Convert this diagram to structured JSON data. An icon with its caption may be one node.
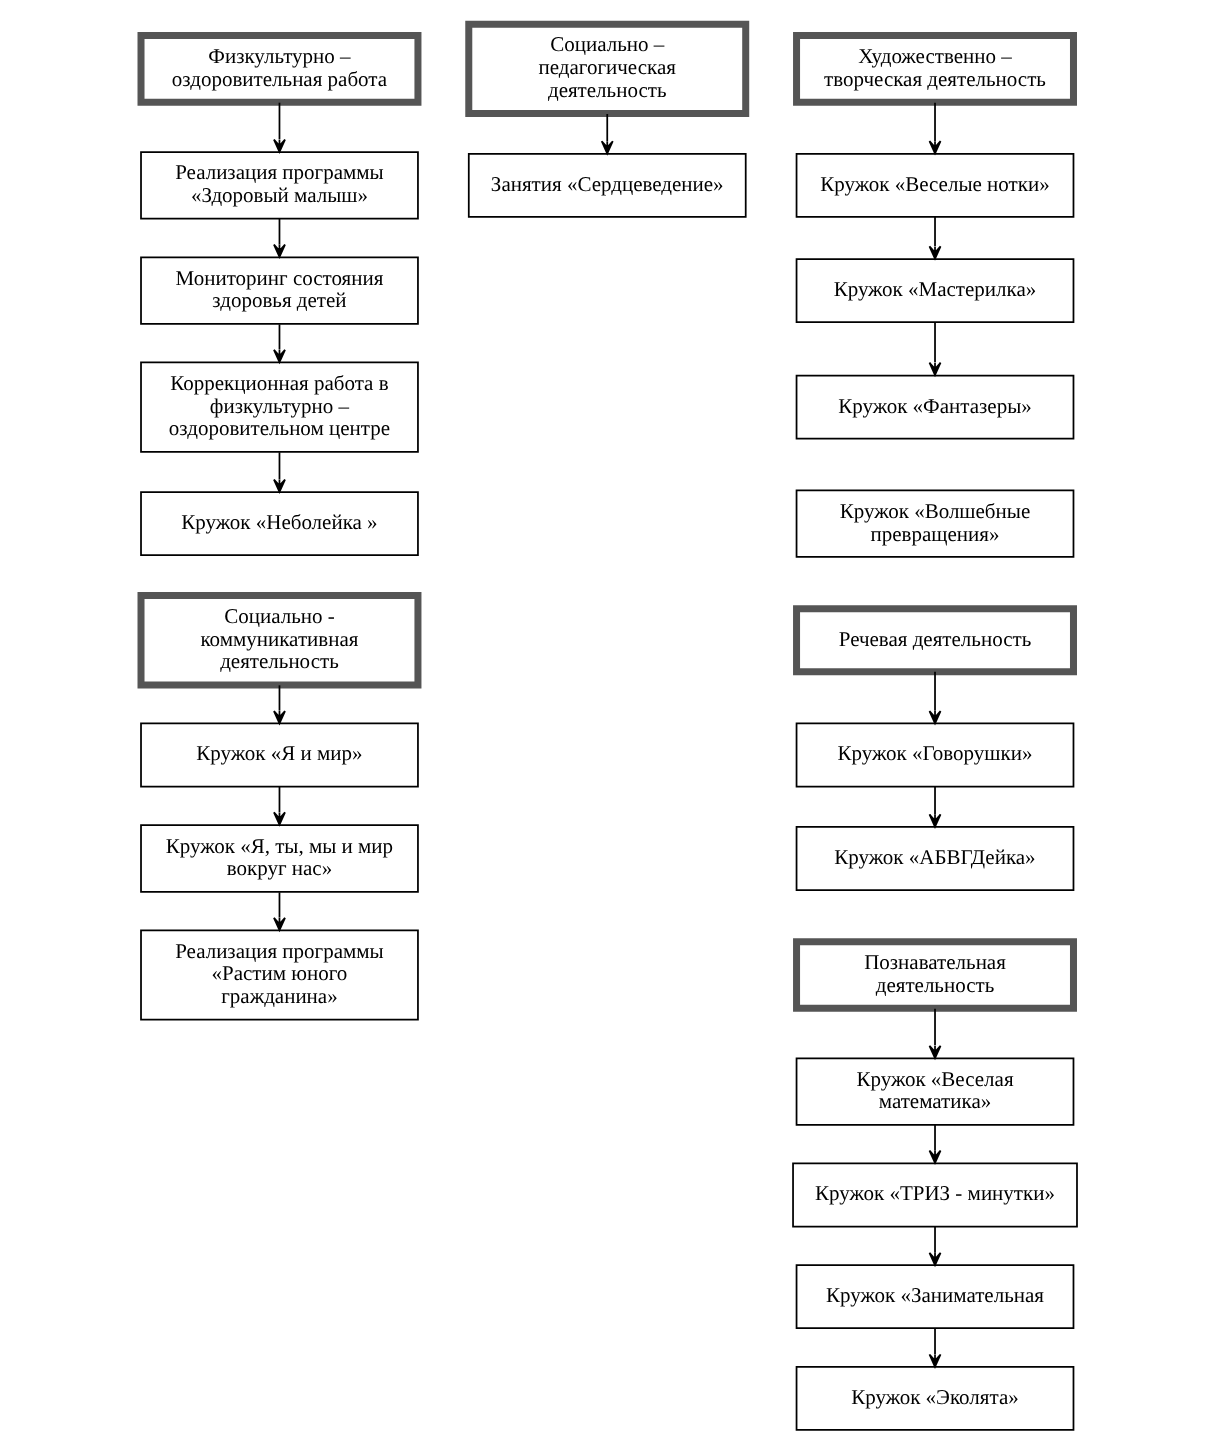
{
  "diagram": {
    "nodes": [
      {
        "text": [
          "Физкультурно – оздоровительная работа"
        ]
      },
      {
        "text": [
          "Реализация программы «Здоровый малыш»"
        ]
      },
      {
        "text": [
          "Мониторинг состояния здоровья детей"
        ]
      },
      {
        "text": [
          "Коррекционная работа в физкультурно – оздоровительном центре"
        ]
      },
      {
        "text": [
          "Кружок «Неболейка »"
        ]
      },
      {
        "text": [
          "Социально – педагогическая деятельность"
        ]
      },
      {
        "text": [
          "Занятия «Сердцеведение»"
        ]
      },
      {
        "text": [
          "Художественно – творческая деятельность"
        ]
      },
      {
        "text": [
          "Кружок «Веселые нотки»"
        ]
      },
      {
        "text": [
          "Кружок «Мастерилка»"
        ]
      },
      {
        "text": [
          "Кружок «Фантазеры»"
        ]
      },
      {
        "text": [
          "Кружок «Волшебные превращения»"
        ]
      },
      {
        "text": [
          "Речевая деятельность"
        ]
      },
      {
        "text": [
          "Кружок «Говорушки»"
        ]
      },
      {
        "text": [
          "Кружок «АБВГДейка»"
        ]
      },
      {
        "text": [
          "Социально - коммуникативная деятельность"
        ]
      },
      {
        "text": [
          "Кружок «Я и мир»"
        ]
      },
      {
        "text": [
          "Кружок «Я, ты, мы и мир вокруг нас»"
        ]
      },
      {
        "text": [
          "Реализация программы «Растим юного гражданина»"
        ]
      },
      {
        "text": [
          "Познавательная деятельность"
        ]
      },
      {
        "text": [
          "Кружок «Веселая математика»"
        ]
      },
      {
        "text": [
          "Кружок «ТРИЗ - минутки»"
        ]
      },
      {
        "text": [
          "Кружок «Занимательная"
        ]
      },
      {
        "text": [
          "Кружок «Эколята»"
        ]
      }
    ],
    "edges": [
      {
        "from": 0,
        "to": 1,
        "arrow": "to"
      },
      {
        "from": 1,
        "to": 2,
        "arrow": "to"
      },
      {
        "from": 2,
        "to": 3,
        "arrow": "to"
      },
      {
        "from": 3,
        "to": 4,
        "arrow": "to"
      },
      {
        "from": 5,
        "to": 6,
        "arrow": "to"
      },
      {
        "from": 7,
        "to": 8,
        "arrow": "to"
      },
      {
        "from": 8,
        "to": 9,
        "arrow": "to"
      },
      {
        "from": 9,
        "to": 10,
        "arrow": "to"
      },
      {
        "from": 12,
        "to": 13,
        "arrow": "to"
      },
      {
        "from": 13,
        "to": 14,
        "arrow": "to"
      },
      {
        "from": 15,
        "to": 16,
        "arrow": "to"
      },
      {
        "from": 16,
        "to": 17,
        "arrow": "to"
      },
      {
        "from": 17,
        "to": 18,
        "arrow": "to"
      },
      {
        "from": 19,
        "to": 20,
        "arrow": "to"
      },
      {
        "from": 20,
        "to": 21,
        "arrow": "to"
      },
      {
        "from": 21,
        "to": 22,
        "arrow": "to"
      },
      {
        "from": 22,
        "to": 23,
        "arrow": "to"
      }
    ]
  }
}
